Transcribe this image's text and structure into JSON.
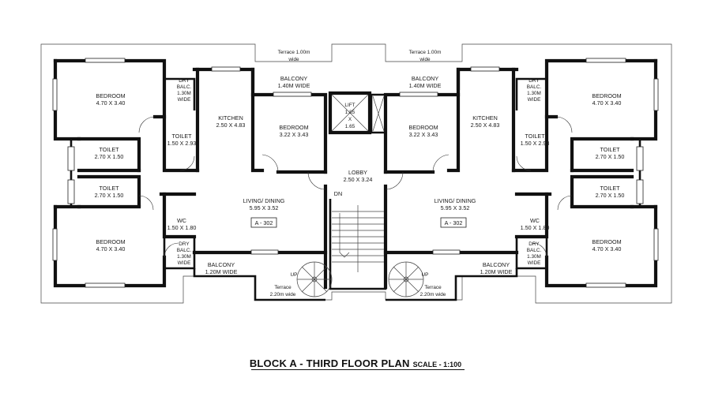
{
  "title": {
    "main": "BLOCK A - THIRD FLOOR PLAN",
    "scale": "SCALE - 1:100"
  },
  "left": {
    "terrace_top": [
      "Terrace 1.00m",
      "wide"
    ],
    "balcony_top": [
      "BALCONY",
      "1.40M WIDE"
    ],
    "bedroom_tl": [
      "BEDROOM",
      "4.70 X 3.40"
    ],
    "dry_balc_t": [
      "DRY",
      "BALC.",
      "1.30M",
      "WIDE"
    ],
    "kitchen": [
      "KITCHEN",
      "2.50 X 4.83"
    ],
    "bedroom_c": [
      "BEDROOM",
      "3.22 X 3.43"
    ],
    "toilet_m": [
      "TOILET",
      "1.50 X 2.93"
    ],
    "toilet_a": [
      "TOILET",
      "2.70 X 1.50"
    ],
    "toilet_b": [
      "TOILET",
      "2.70 X 1.50"
    ],
    "living": [
      "LIVING/ DINING",
      "5.95 X 3.52"
    ],
    "unit_tag": "A - 302",
    "wc": [
      "WC",
      "1.50 X 1.80"
    ],
    "bedroom_bl": [
      "BEDROOM",
      "4.70 X 3.40"
    ],
    "dry_balc_b": [
      "DRY",
      "BALC.",
      "1.30M",
      "WIDE"
    ],
    "balcony_bot": [
      "BALCONY",
      "1.20M WIDE"
    ],
    "terrace_bot": [
      "Terrace",
      "2.20m wide"
    ],
    "up": "UP"
  },
  "right": {
    "terrace_top": [
      "Terrace 1.00m",
      "wide"
    ],
    "balcony_top": [
      "BALCONY",
      "1.40M WIDE"
    ],
    "bedroom_tr": [
      "BEDROOM",
      "4.70 X 3.40"
    ],
    "dry_balc_t": [
      "DRY",
      "BALC.",
      "1.30M",
      "WIDE"
    ],
    "kitchen": [
      "KITCHEN",
      "2.50 X 4.83"
    ],
    "bedroom_c": [
      "BEDROOM",
      "3.22 X 3.43"
    ],
    "toilet_m": [
      "TOILET",
      "1.50 X 2.93"
    ],
    "toilet_a": [
      "TOILET",
      "2.70 X 1.50"
    ],
    "toilet_b": [
      "TOILET",
      "2.70 X 1.50"
    ],
    "living": [
      "LIVING/ DINING",
      "5.95 X 3.52"
    ],
    "unit_tag": "A - 302",
    "wc": [
      "WC",
      "1.50 X 1.80"
    ],
    "bedroom_br": [
      "BEDROOM",
      "4.70 X 3.40"
    ],
    "dry_balc_b": [
      "DRY",
      "BALC.",
      "1.30M",
      "WIDE"
    ],
    "balcony_bot": [
      "BALCONY",
      "1.20M WIDE"
    ],
    "terrace_bot": [
      "Terrace",
      "2.20m wide"
    ],
    "up": "UP"
  },
  "core": {
    "lift": [
      "LIFT",
      "1.85",
      "X",
      "1.65"
    ],
    "lobby": [
      "LOBBY",
      "2.50 X 3.24"
    ],
    "dn": "DN"
  }
}
